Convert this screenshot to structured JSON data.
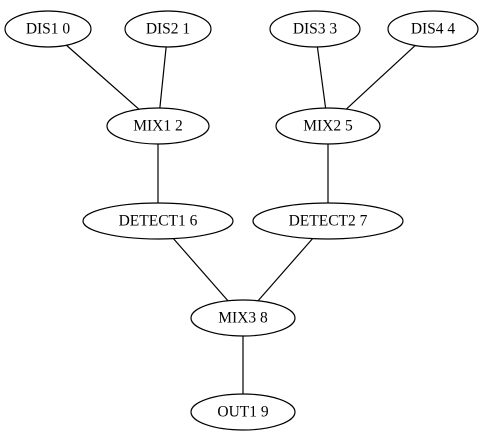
{
  "diagram": {
    "nodes": [
      {
        "id": "dis1",
        "label": "DIS1 0"
      },
      {
        "id": "dis2",
        "label": "DIS2 1"
      },
      {
        "id": "dis3",
        "label": "DIS3 3"
      },
      {
        "id": "dis4",
        "label": "DIS4 4"
      },
      {
        "id": "mix1",
        "label": "MIX1 2"
      },
      {
        "id": "mix2",
        "label": "MIX2 5"
      },
      {
        "id": "detect1",
        "label": "DETECT1 6"
      },
      {
        "id": "detect2",
        "label": "DETECT2 7"
      },
      {
        "id": "mix3",
        "label": "MIX3 8"
      },
      {
        "id": "out1",
        "label": "OUT1 9"
      }
    ],
    "edges": [
      {
        "from": "dis1",
        "to": "mix1"
      },
      {
        "from": "dis2",
        "to": "mix1"
      },
      {
        "from": "dis3",
        "to": "mix2"
      },
      {
        "from": "dis4",
        "to": "mix2"
      },
      {
        "from": "mix1",
        "to": "detect1"
      },
      {
        "from": "mix2",
        "to": "detect2"
      },
      {
        "from": "detect1",
        "to": "mix3"
      },
      {
        "from": "detect2",
        "to": "mix3"
      },
      {
        "from": "mix3",
        "to": "out1"
      }
    ]
  }
}
